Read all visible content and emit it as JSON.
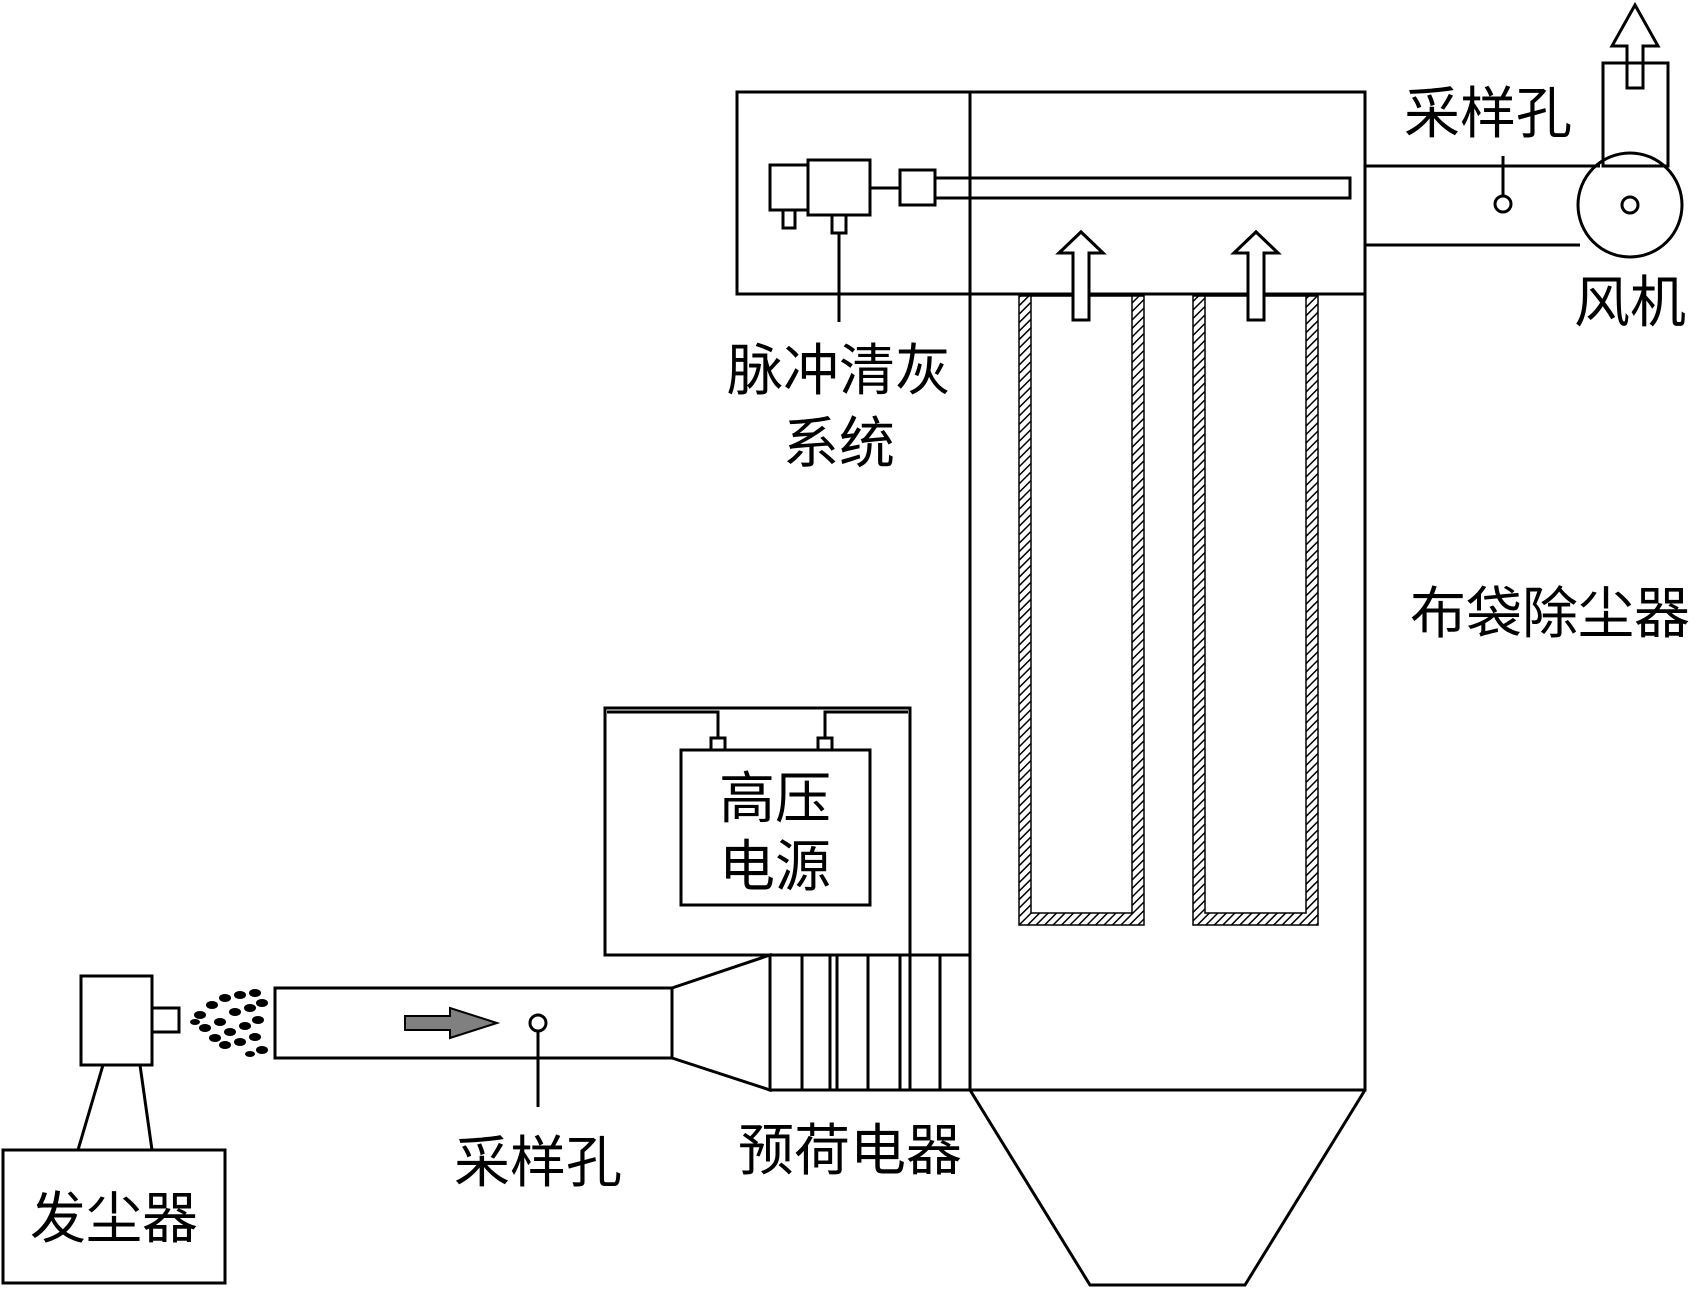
{
  "labels": {
    "dust_generator": "发尘器",
    "sampling_port_inlet": "采样孔",
    "precharger": "预荷电器",
    "hv_power_line1": "高压",
    "hv_power_line2": "电源",
    "pulse_cleaning_line1": "脉冲清灰",
    "pulse_cleaning_line2": "系统",
    "bag_filter": "布袋除尘器",
    "sampling_port_outlet": "采样孔",
    "fan": "风机"
  },
  "colors": {
    "line": "#000000",
    "flow_arrow": "#808080",
    "background": "#ffffff"
  }
}
